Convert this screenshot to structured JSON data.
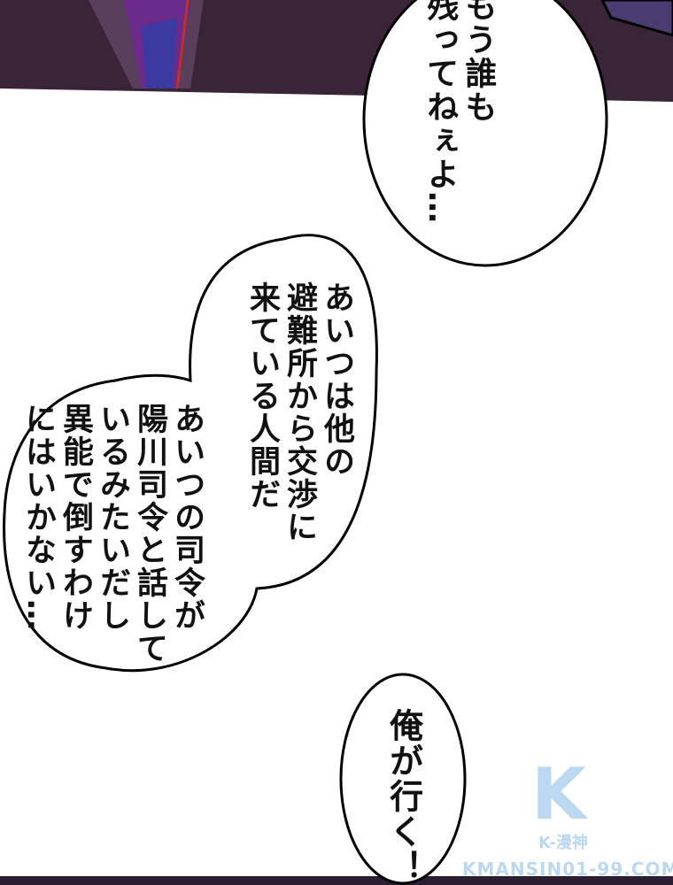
{
  "colors": {
    "panel": "#3a2438",
    "ink": "#111111",
    "watermark": "#bcd8f0"
  },
  "bubbles": [
    {
      "lines": [
        "もう誰も",
        "残ってねぇよ…"
      ]
    },
    {
      "lines": [
        "あいつは他の",
        "避難所から交渉に",
        "来ている人間だ"
      ]
    },
    {
      "lines": [
        "あいつの司令が",
        "陽川司令と話して",
        "いるみたいだし",
        "異能で倒すわけ",
        "にはいかない…"
      ]
    },
    {
      "lines": [
        "俺が行く！"
      ]
    }
  ],
  "watermark": {
    "logo": "K",
    "name": "K-漫神",
    "site": "KMANSIN01-99.COM"
  }
}
